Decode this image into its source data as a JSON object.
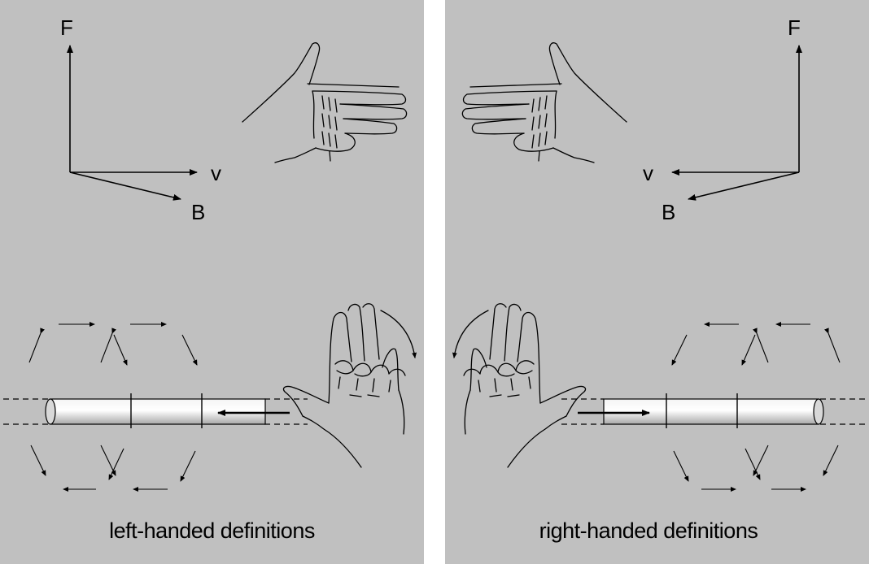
{
  "left_panel": {
    "caption": "left-handed definitions",
    "labels": {
      "force": "F",
      "velocity": "v",
      "field": "B"
    }
  },
  "right_panel": {
    "caption": "right-handed definitions",
    "labels": {
      "force": "F",
      "velocity": "v",
      "field": "B"
    }
  },
  "colors": {
    "panel_background": "#c0c0c0",
    "divider": "#ffffff",
    "ink": "#000000"
  }
}
